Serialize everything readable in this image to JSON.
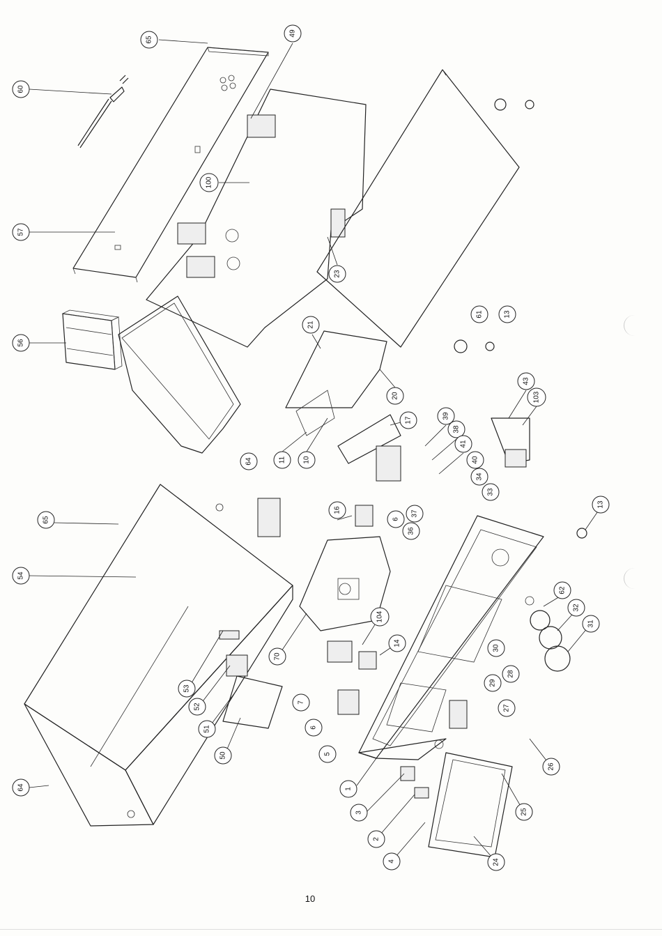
{
  "page_number": "10",
  "part_labels": [
    "65",
    "49",
    "60",
    "100",
    "57",
    "23",
    "56",
    "21",
    "20",
    "11",
    "10",
    "17",
    "39",
    "38",
    "41",
    "43",
    "103",
    "61",
    "13",
    "64",
    "65",
    "54",
    "16",
    "6",
    "37",
    "36",
    "40",
    "34",
    "33",
    "13",
    "70",
    "104",
    "14",
    "30",
    "29",
    "28",
    "27",
    "62",
    "32",
    "31",
    "53",
    "52",
    "51",
    "50",
    "7",
    "6",
    "5",
    "1",
    "3",
    "2",
    "4",
    "25",
    "24",
    "26",
    "64"
  ]
}
